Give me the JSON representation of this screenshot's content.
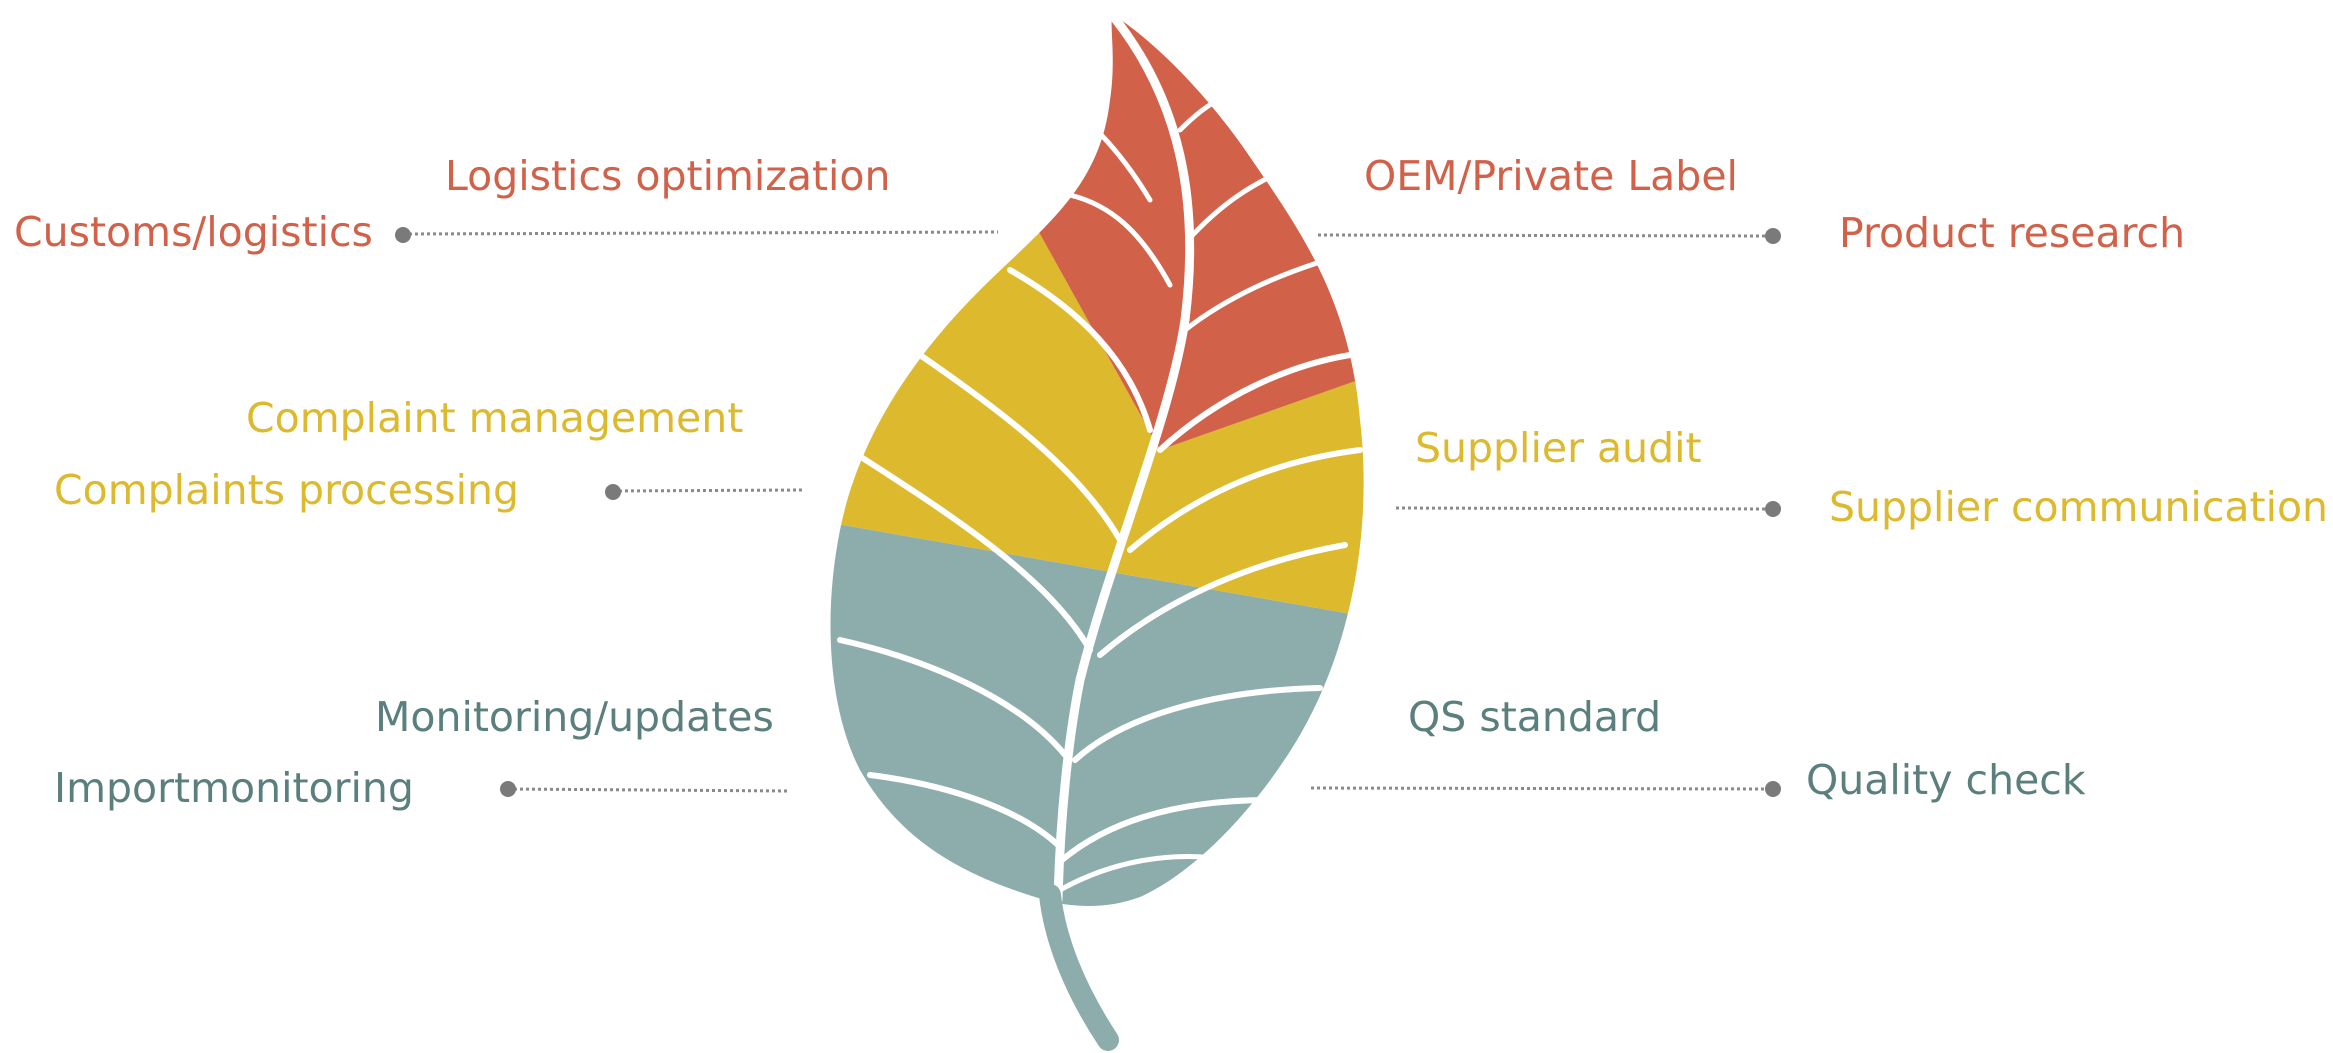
{
  "colors": {
    "red": "#D2614A",
    "yellow": "#DDB92E",
    "teal": "#8DADAD",
    "teal_text": "#5A7F7D",
    "leader": "#8A8A8A"
  },
  "top_left": {
    "title": "Logistics optimization",
    "item": "Customs/logistics"
  },
  "top_right": {
    "title": "OEM/Private Label",
    "item": "Product research"
  },
  "middle_left": {
    "title": "Complaint management",
    "item": "Complaints processing"
  },
  "middle_right": {
    "title": "Supplier audit",
    "item": "Supplier communication"
  },
  "bottom_left": {
    "title": "Monitoring/updates",
    "item": "Importmonitoring"
  },
  "bottom_right": {
    "title": "QS standard",
    "item": "Quality check"
  }
}
